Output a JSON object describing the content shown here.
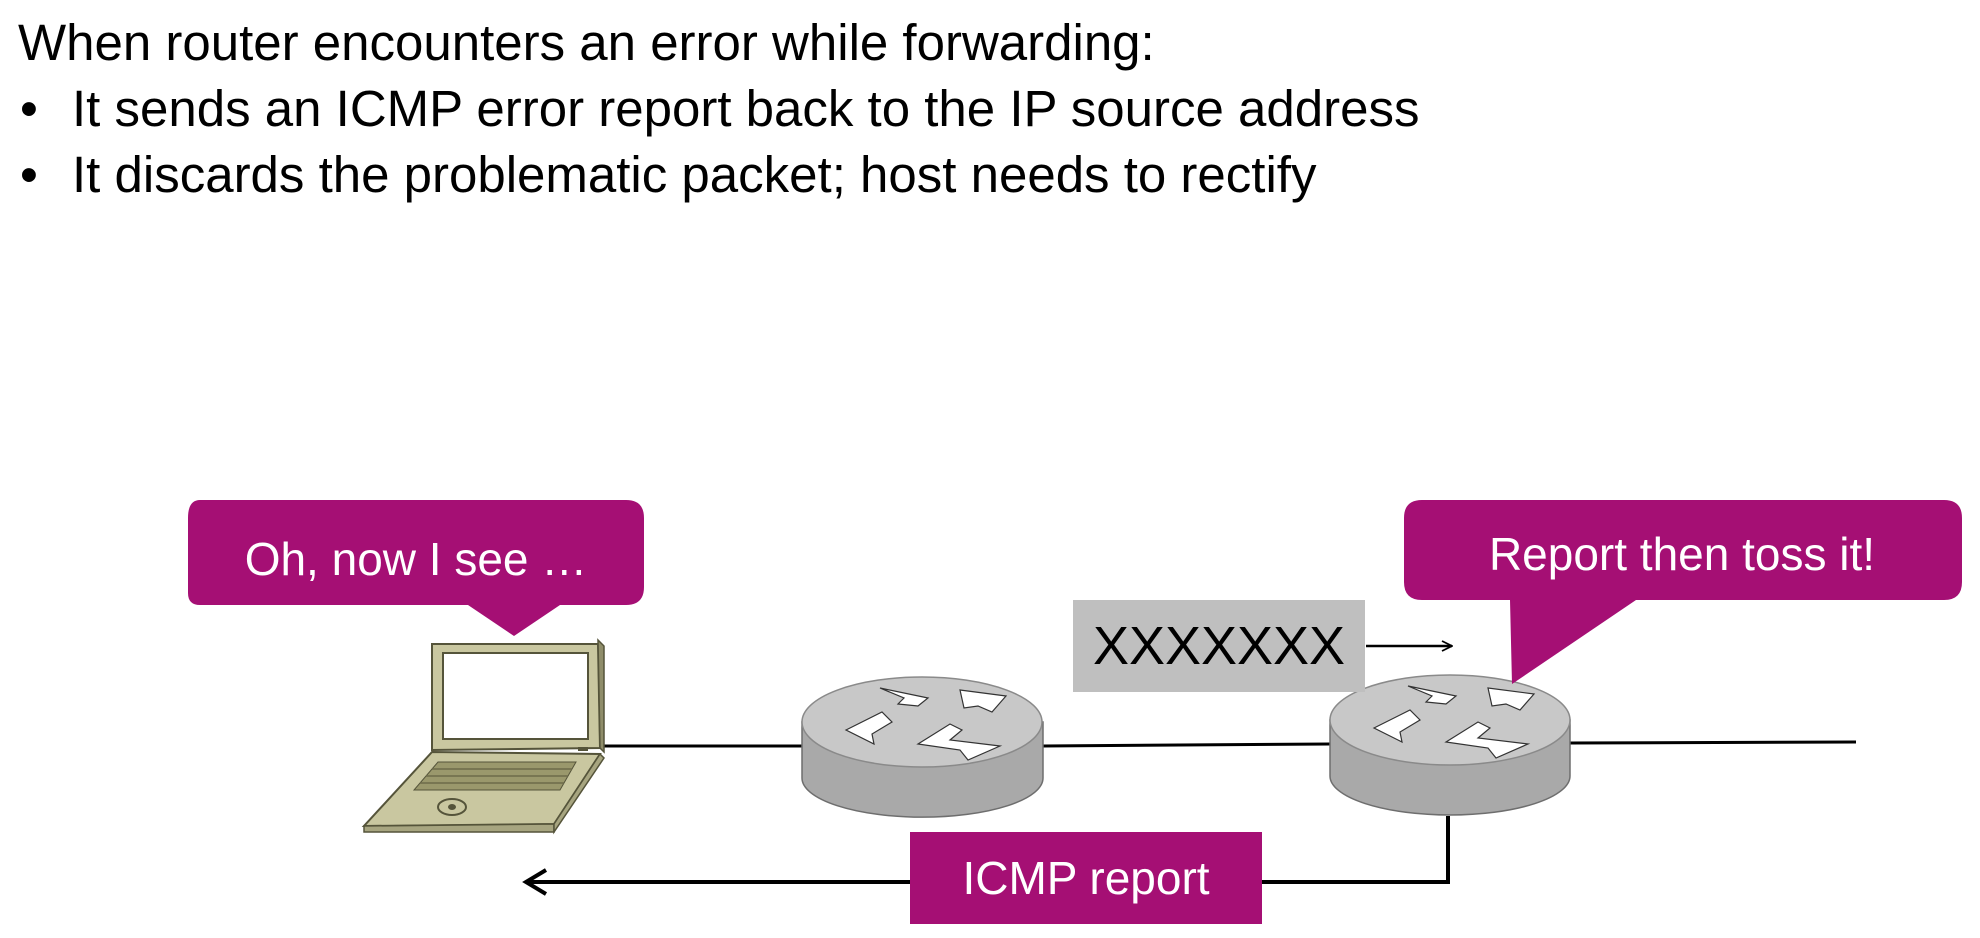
{
  "heading": "When router encounters an error while forwarding:",
  "bullets": [
    "It sends an ICMP error report back to the IP source address",
    "It discards the problematic packet; host needs to rectify"
  ],
  "diagram": {
    "host_callout": "Oh, now I see …",
    "router_callout": "Report then toss it!",
    "packet_label": "XXXXXXX",
    "report_label": "ICMP report",
    "colors": {
      "callout": "#a50f74",
      "packet_box": "#bfbfbf",
      "router_top": "#c8c8c8",
      "router_side": "#a9a9a9",
      "laptop": "#c9c7a0"
    }
  }
}
